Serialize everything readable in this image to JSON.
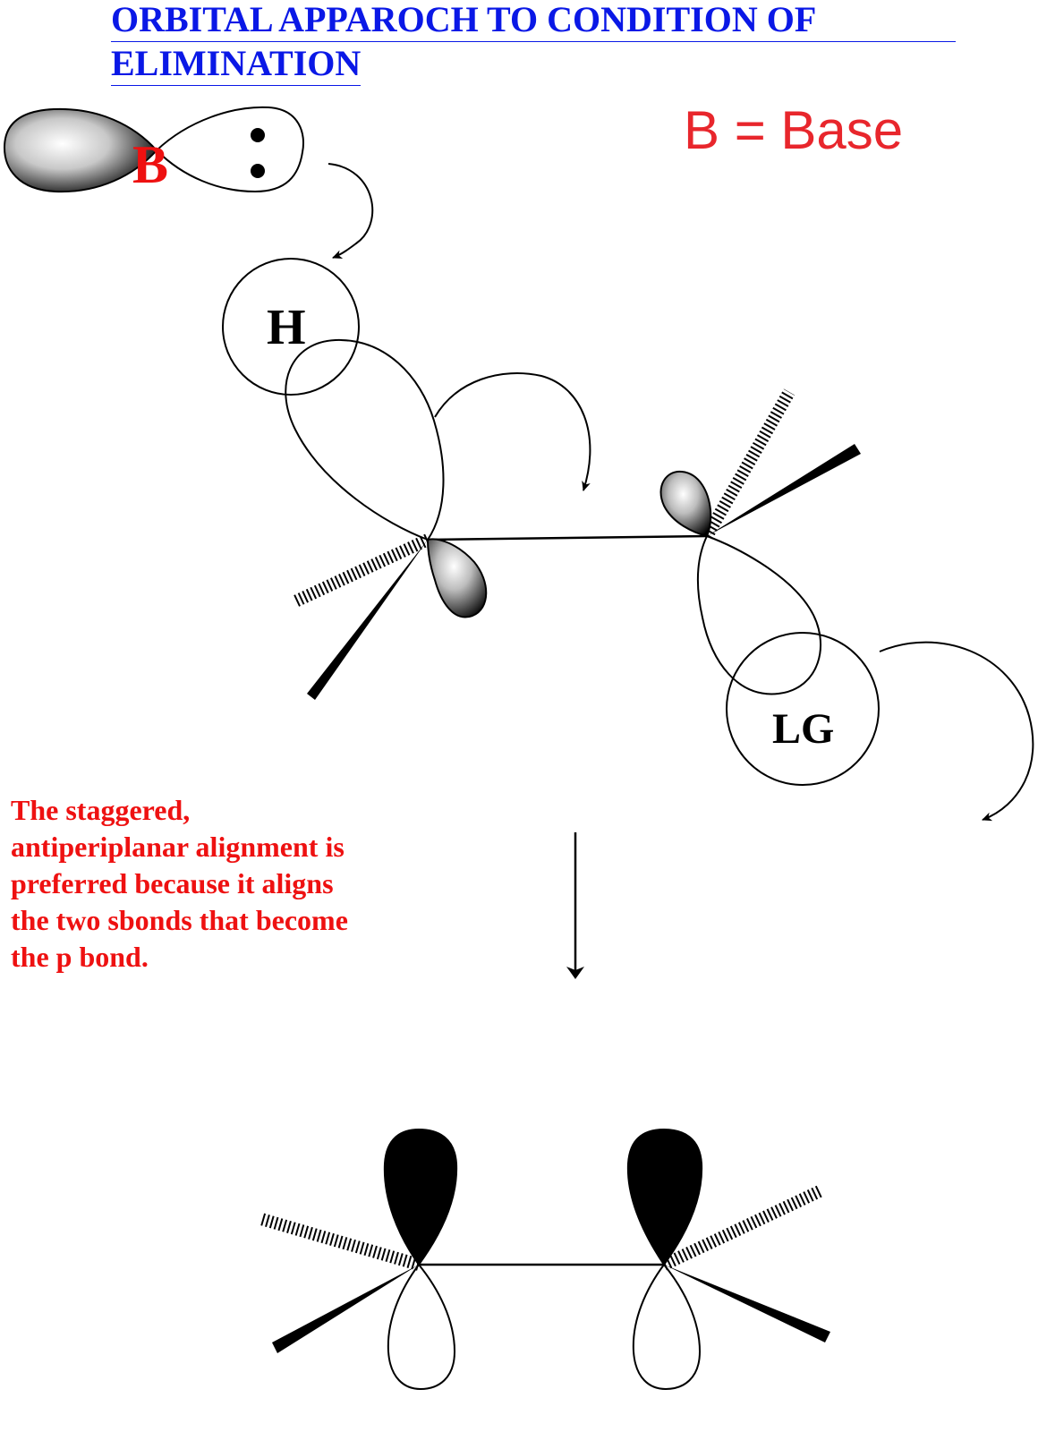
{
  "title": {
    "line1": "ORBITAL APPAROCH TO  CONDITION OF",
    "line2": "ELIMINATION"
  },
  "legend": {
    "base": "B = Base"
  },
  "labels": {
    "base_atom": "B",
    "hydrogen": "H",
    "leaving_group": "LG"
  },
  "note": {
    "text": "The staggered,\nantiperiplanar alignment is\npreferred because it aligns\nthe two sbonds that become\nthe p bond."
  },
  "colors": {
    "title": "#0a18e6",
    "legend": "#e8262c",
    "note": "#ee1111",
    "base_atom": "#ee1111",
    "stroke": "#000000"
  }
}
